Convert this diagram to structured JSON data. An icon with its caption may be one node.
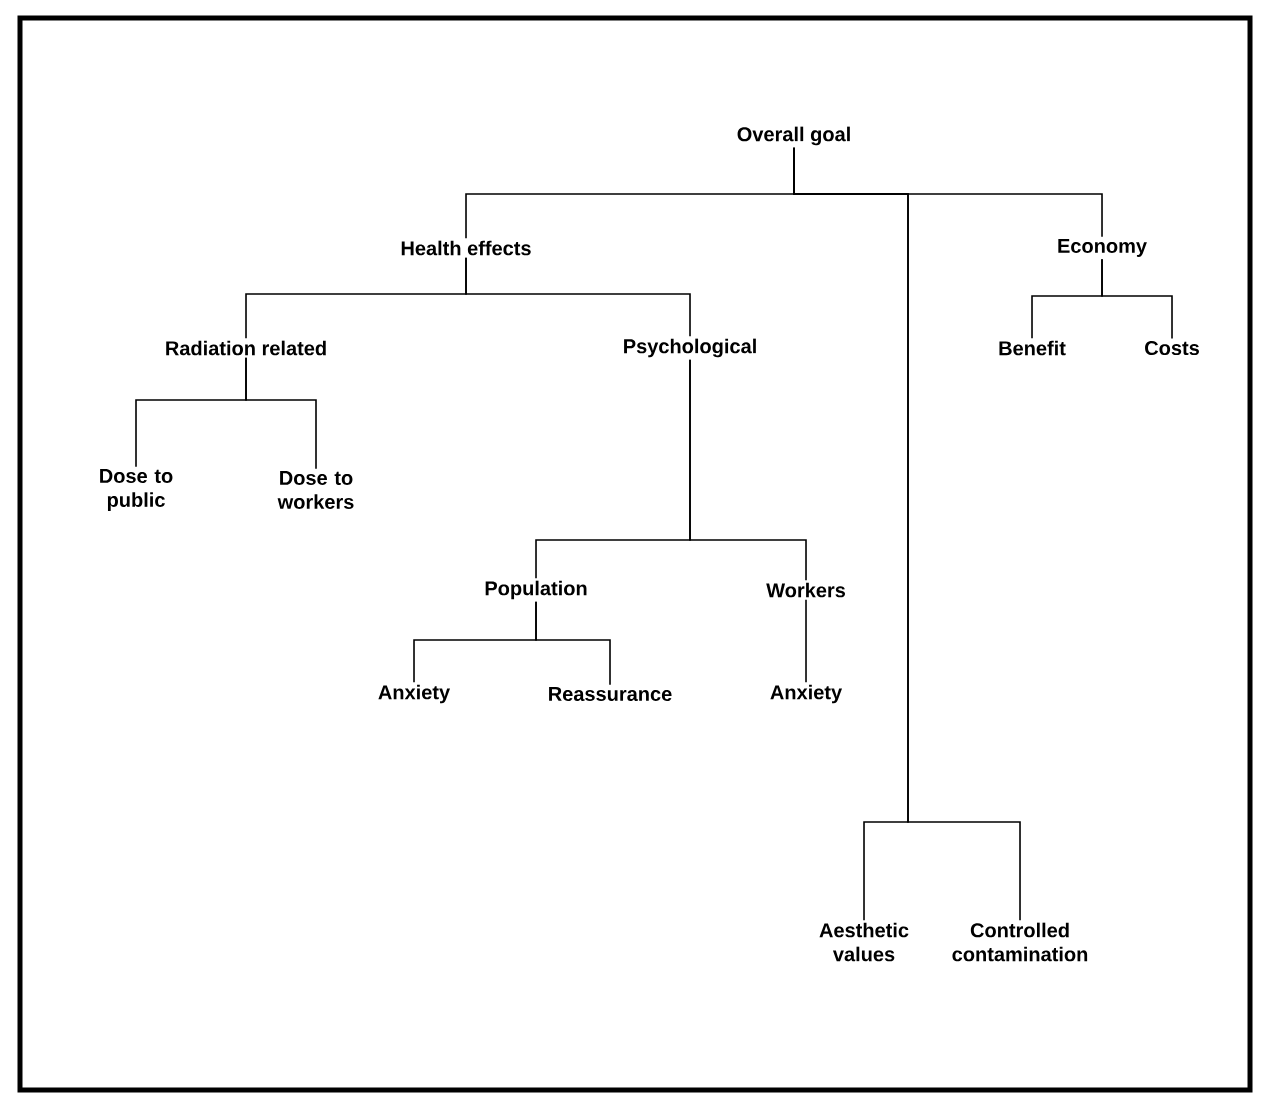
{
  "diagram": {
    "nodes": [
      {
        "text": [
          "Overall goal"
        ]
      },
      {
        "text": [
          "Health effects"
        ]
      },
      {
        "text": [
          "Radiation related"
        ]
      },
      {
        "text": [
          "Dose to public"
        ]
      },
      {
        "text": [
          "Dose to workers"
        ]
      },
      {
        "text": [
          "Psychological"
        ]
      },
      {
        "text": [
          "Population"
        ]
      },
      {
        "text": [
          "Anxiety"
        ]
      },
      {
        "text": [
          "Reassurance"
        ]
      },
      {
        "text": [
          "Workers"
        ]
      },
      {
        "text": [
          "Anxiety"
        ]
      },
      {
        "text": [
          "Aesthetic values"
        ]
      },
      {
        "text": [
          "Controlled contamination"
        ]
      },
      {
        "text": [
          "Economy"
        ]
      },
      {
        "text": [
          "Benefit"
        ]
      },
      {
        "text": [
          "Costs"
        ]
      }
    ],
    "edges": [
      {
        "from": 0,
        "to": 1,
        "arrow": "none"
      },
      {
        "from": 0,
        "to": 13,
        "arrow": "none"
      },
      {
        "from": 0,
        "to": 11,
        "arrow": "none"
      },
      {
        "from": 0,
        "to": 12,
        "arrow": "none"
      },
      {
        "from": 1,
        "to": 2,
        "arrow": "none"
      },
      {
        "from": 1,
        "to": 5,
        "arrow": "none"
      },
      {
        "from": 2,
        "to": 3,
        "arrow": "none"
      },
      {
        "from": 2,
        "to": 4,
        "arrow": "none"
      },
      {
        "from": 5,
        "to": 6,
        "arrow": "none"
      },
      {
        "from": 5,
        "to": 9,
        "arrow": "none"
      },
      {
        "from": 6,
        "to": 7,
        "arrow": "none"
      },
      {
        "from": 6,
        "to": 8,
        "arrow": "none"
      },
      {
        "from": 9,
        "to": 10,
        "arrow": "none"
      },
      {
        "from": 13,
        "to": 14,
        "arrow": "none"
      },
      {
        "from": 13,
        "to": 15,
        "arrow": "none"
      }
    ]
  }
}
